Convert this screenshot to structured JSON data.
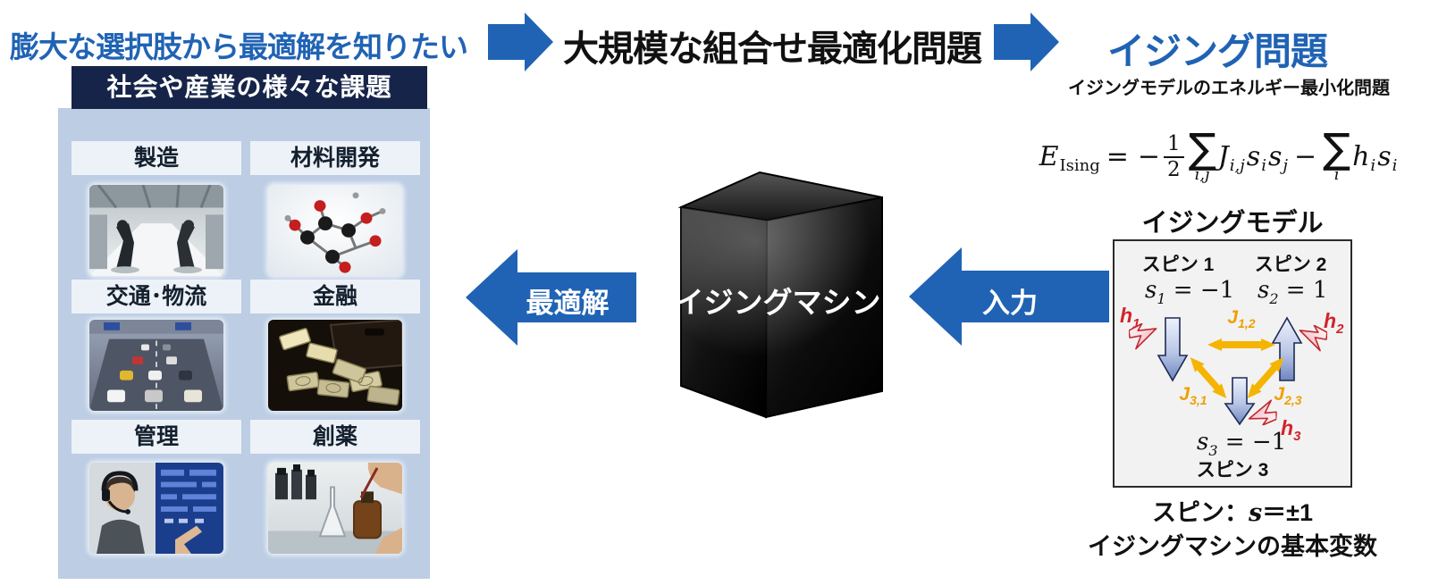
{
  "colors": {
    "accent_blue": "#2063b4",
    "navy_header": "#162449",
    "panel_bg": "#bccde4",
    "label_bar_bg": "#edf2f8",
    "model_box_bg": "#f2f2f2",
    "coupling_gold": "#f4b400",
    "coupling_label_orange": "#ef9f00",
    "field_red": "#d2232a",
    "spin_arrow_blue": "#6e86c0"
  },
  "icons": {
    "flow_arrow": "right-arrow",
    "io_arrow": "left-arrow",
    "field": "lightning-bolt",
    "spin": "vertical-arrow",
    "coupling": "double-headed-arrow"
  },
  "flow": {
    "step1_title": "膨大な選択肢から最適解を知りたい",
    "step2_title": "大規模な組合せ最適化問題",
    "step3_title": "イジング問題",
    "step3_subtitle": "イジングモデルのエネルギー最小化問題"
  },
  "challenges": {
    "header": "社会や産業の様々な課題",
    "items": [
      {
        "label": "製造",
        "image": "factory-robots"
      },
      {
        "label": "材料開発",
        "image": "molecule-model"
      },
      {
        "label": "交通･物流",
        "image": "traffic-jam"
      },
      {
        "label": "金融",
        "image": "banknotes"
      },
      {
        "label": "管理",
        "image": "operator-monitoring"
      },
      {
        "label": "創薬",
        "image": "drug-discovery-lab"
      }
    ]
  },
  "machine": {
    "label": "イジングマシン"
  },
  "io_arrows": {
    "input": "入力",
    "output": "最適解"
  },
  "formula": {
    "E": "E",
    "E_sub": "Ising",
    "eq": "=",
    "minus1": "−",
    "frac_num": "1",
    "frac_den": "2",
    "sum": "∑",
    "sum1_sub": "i,j",
    "sum2_sub": "i",
    "J": "J",
    "J_sub": "i,j",
    "s_i": "s",
    "s_i_sub": "i",
    "s_j": "s",
    "s_j_sub": "j",
    "minus2": "−",
    "h": "h",
    "h_sub": "i",
    "s2": "s",
    "s2_sub": "i"
  },
  "ising_model": {
    "title": "イジングモデル",
    "spins": [
      {
        "name": "スピン 1",
        "s": "s",
        "s_sub": "1",
        "value": "= −1",
        "h": "h",
        "h_sub": "1"
      },
      {
        "name": "スピン 2",
        "s": "s",
        "s_sub": "2",
        "value": "= 1",
        "h": "h",
        "h_sub": "2"
      },
      {
        "name": "スピン 3",
        "s": "s",
        "s_sub": "3",
        "value": "= −1",
        "h": "h",
        "h_sub": "3"
      }
    ],
    "couplings": [
      {
        "J": "J",
        "sub": "1,2"
      },
      {
        "J": "J",
        "sub": "3,1"
      },
      {
        "J": "J",
        "sub": "2,3"
      }
    ],
    "caption1_pre": "スピン：",
    "caption1_var": "s",
    "caption1_post": "＝±1",
    "caption2": "イジングマシンの基本変数"
  }
}
